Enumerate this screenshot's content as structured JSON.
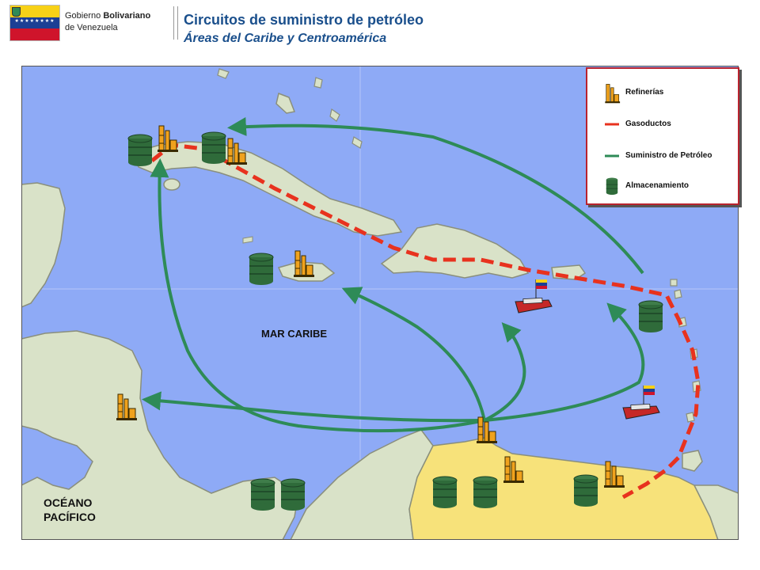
{
  "header": {
    "gov_line1_regular": "Gobierno ",
    "gov_line1_bold": "Bolivariano",
    "gov_line2": "de Venezuela",
    "title": "Circuitos de suministro de petróleo",
    "subtitle": "Áreas del Caribe y Centroamérica"
  },
  "legend": {
    "items": [
      {
        "label": "Refinerías",
        "icon": "refinery-icon"
      },
      {
        "label": "Gasoductos",
        "icon": "pipeline-dash-icon",
        "color": "#e8321e"
      },
      {
        "label": "Suministro de Petróleo",
        "icon": "supply-arrow-icon",
        "color": "#2e8b57"
      },
      {
        "label": "Almacenamiento",
        "icon": "storage-tank-icon",
        "color": "#2f6b3a"
      }
    ]
  },
  "map": {
    "labels": {
      "sea": "MAR CARIBE",
      "ocean_line1": "OCÉANO",
      "ocean_line2": "PACÍFICO"
    },
    "colors": {
      "water": "#8eaaf6",
      "land": "#d9e2c8",
      "venezuela": "#f7e27a",
      "pipeline": "#e8321e",
      "supply": "#2e8b57",
      "legend_border": "#b9232e"
    }
  }
}
